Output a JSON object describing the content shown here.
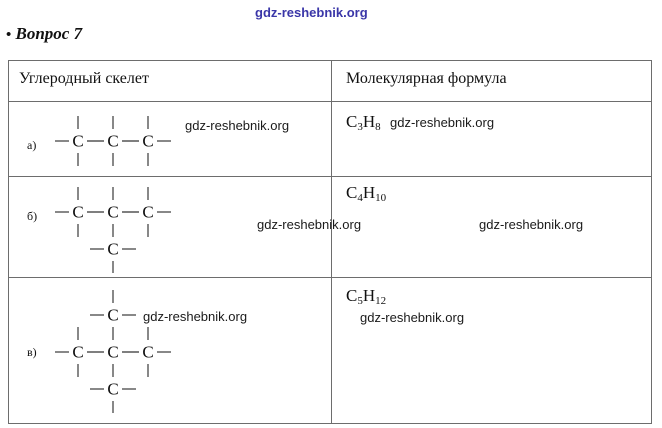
{
  "watermark": {
    "text": "gdz-reshebnik.org",
    "top_color": "#3a36a8",
    "body_color": "#1a1a1a"
  },
  "heading": {
    "bullet": "•",
    "text": "Вопрос 7"
  },
  "table": {
    "headers": {
      "left": "Углеродный скелет",
      "right": "Молекулярная формула"
    },
    "rows": [
      {
        "label": "а)",
        "skeleton": "propane-skeleton",
        "formula_element_1": "C",
        "formula_sub_1": "3",
        "formula_element_2": "H",
        "formula_sub_2": "8",
        "formula_plain": "C3H8"
      },
      {
        "label": "б)",
        "skeleton": "isobutane-skeleton",
        "formula_element_1": "C",
        "formula_sub_1": "4",
        "formula_element_2": "H",
        "formula_sub_2": "10",
        "formula_plain": "C4H10"
      },
      {
        "label": "в)",
        "skeleton": "neopentane-skeleton",
        "formula_element_1": "C",
        "formula_sub_1": "5",
        "formula_element_2": "H",
        "formula_sub_2": "12",
        "formula_plain": "C5H12"
      }
    ],
    "atom_symbol": "C"
  }
}
